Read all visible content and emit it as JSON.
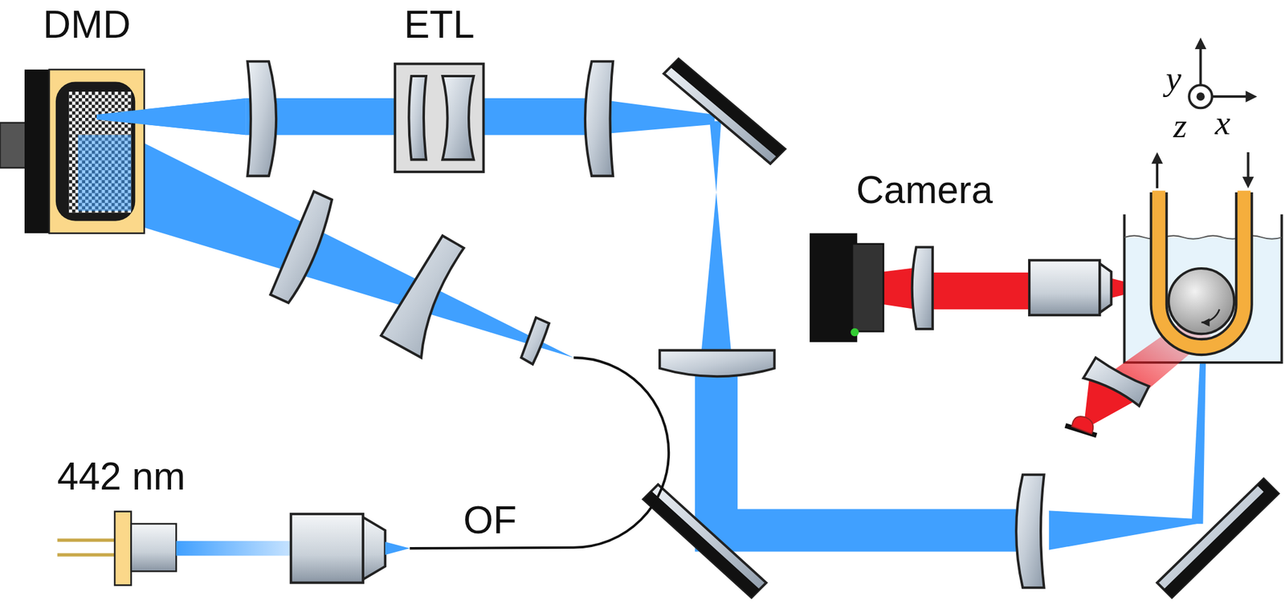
{
  "diagram": {
    "labels": [
      "DMD",
      "ETL",
      "Camera",
      "442 nm",
      "OF",
      "y",
      "z",
      "x"
    ]
  }
}
